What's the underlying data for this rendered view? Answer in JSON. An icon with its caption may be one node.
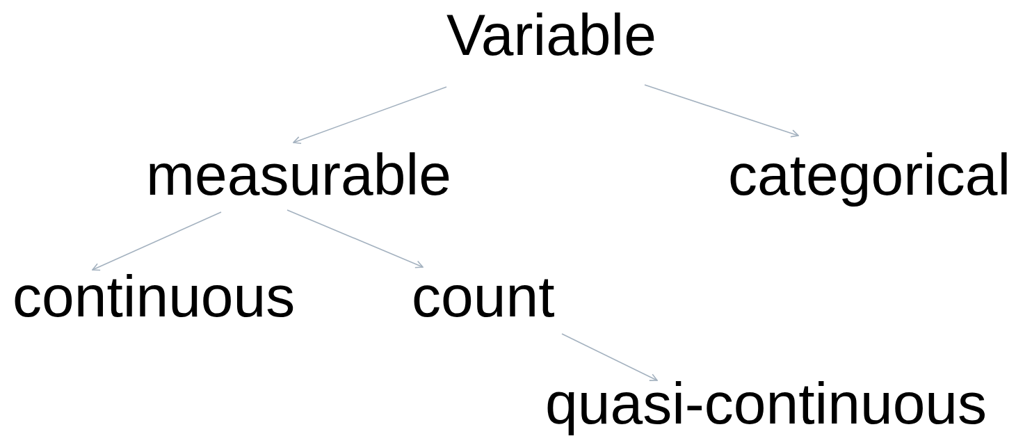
{
  "diagram": {
    "nodes": [
      {
        "text": [
          "Variable"
        ]
      },
      {
        "text": [
          "measurable"
        ]
      },
      {
        "text": [
          "categorical"
        ]
      },
      {
        "text": [
          "continuous"
        ]
      },
      {
        "text": [
          "count"
        ]
      },
      {
        "text": [
          "quasi-continuous"
        ]
      }
    ],
    "edges": [
      {
        "from": 0,
        "to": 1,
        "arrow": "to"
      },
      {
        "from": 0,
        "to": 2,
        "arrow": "to"
      },
      {
        "from": 1,
        "to": 3,
        "arrow": "to"
      },
      {
        "from": 1,
        "to": 4,
        "arrow": "to"
      },
      {
        "from": 4,
        "to": 5,
        "arrow": "to"
      }
    ]
  }
}
